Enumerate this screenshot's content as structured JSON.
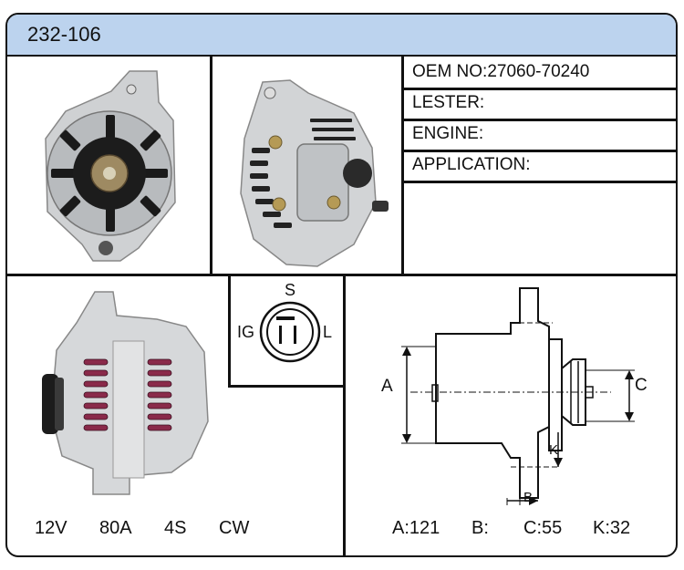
{
  "sheet": {
    "part_number": "232-106",
    "specs": [
      {
        "label": "OEM NO:",
        "value": "27060-70240"
      },
      {
        "label": "LESTER:",
        "value": ""
      },
      {
        "label": "ENGINE:",
        "value": ""
      },
      {
        "label": "APPLICATION:",
        "value": ""
      }
    ],
    "electrical": {
      "voltage": "12V",
      "amperage": "80A",
      "grooves": "4S",
      "rotation": "CW"
    },
    "connector": {
      "top": "S",
      "left": "IG",
      "right": "L"
    },
    "dimensions": {
      "labels": {
        "a": "A",
        "b": "B",
        "c": "C",
        "k": "K"
      },
      "values": {
        "a": "A:121",
        "b": "B:",
        "c": "C:55",
        "k": "K:32"
      }
    }
  }
}
